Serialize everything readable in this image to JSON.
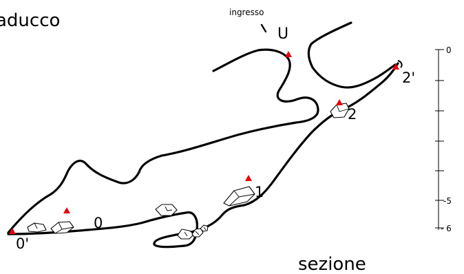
{
  "title": "aducco",
  "entrance_label": "ingresso",
  "entrance_letter": "U",
  "section_label": "sezione",
  "colors": {
    "line": "#000000",
    "station_marker": "#e8000b",
    "background": "#ffffff"
  },
  "stations": [
    {
      "id": "0'",
      "label": "0'"
    },
    {
      "id": "0",
      "label": "0"
    },
    {
      "id": "1",
      "label": "1"
    },
    {
      "id": "2",
      "label": "2"
    },
    {
      "id": "2'",
      "label": "2'"
    }
  ],
  "depth_scale": {
    "labels": {
      "top": "0",
      "mid": "-5",
      "bottom": "- 6"
    }
  }
}
